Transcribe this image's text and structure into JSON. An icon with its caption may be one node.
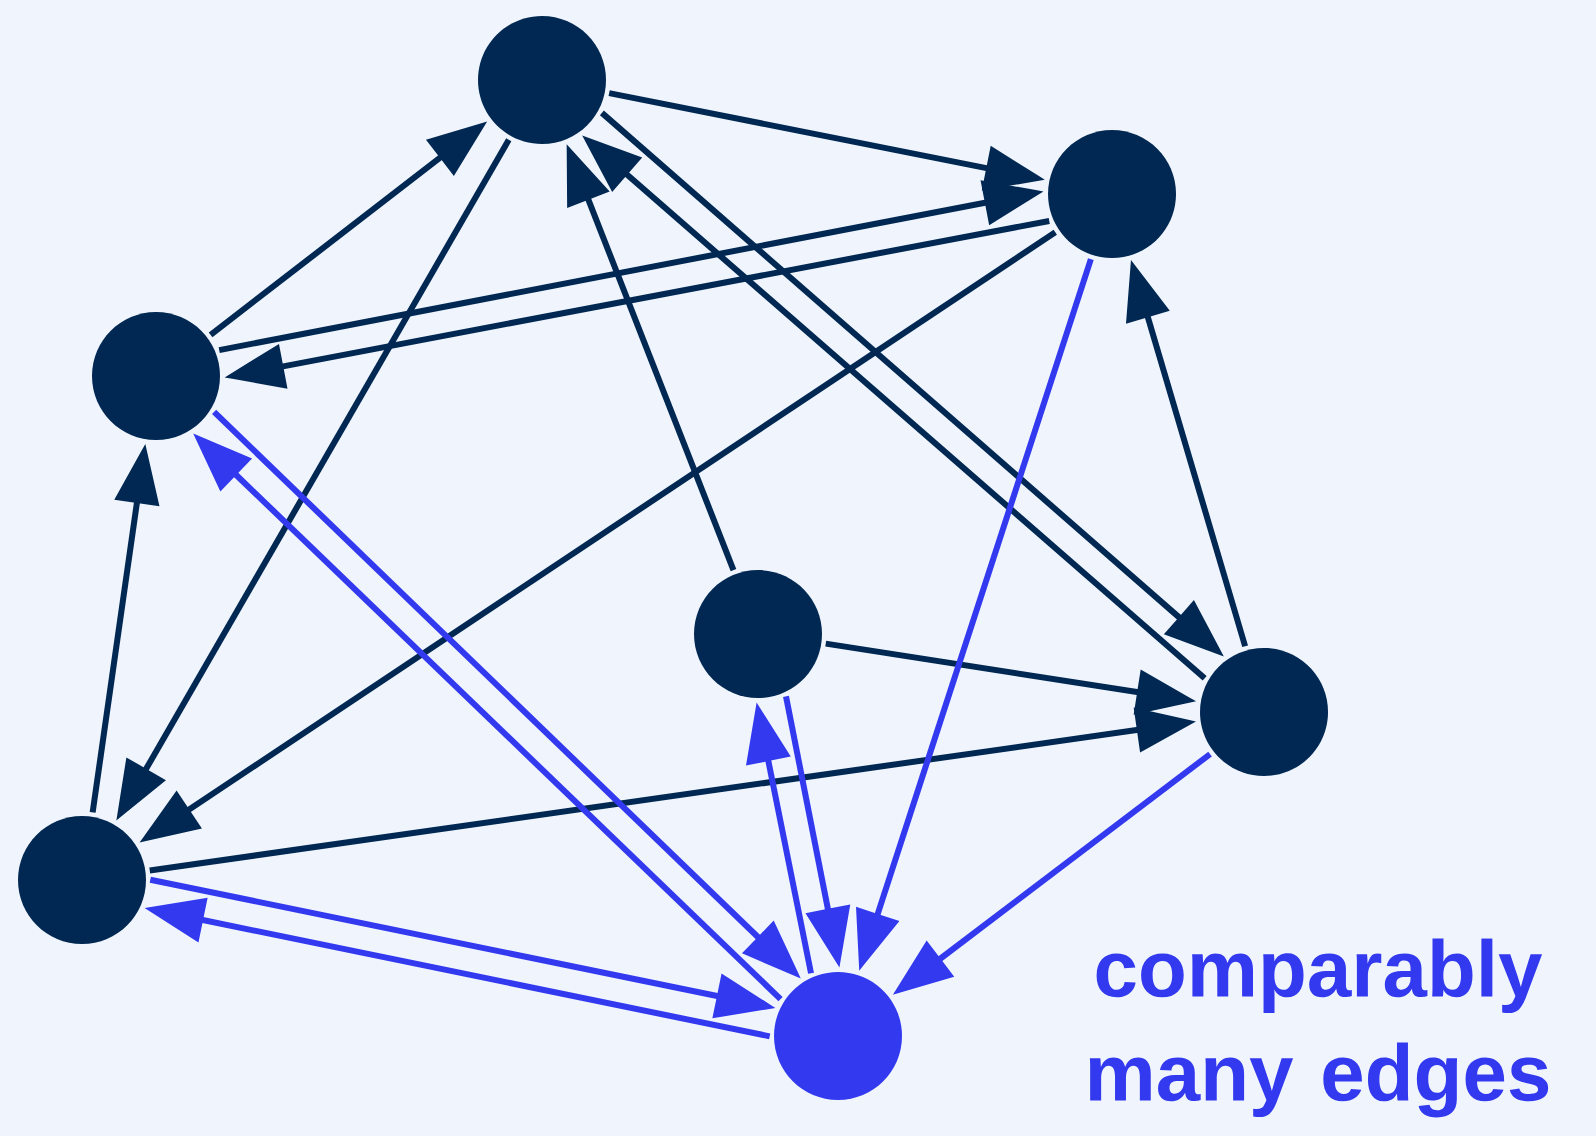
{
  "diagram": {
    "nodes": [
      {
        "text": [],
        "shape": "circle"
      },
      {
        "text": [],
        "shape": "circle"
      },
      {
        "text": [],
        "shape": "circle"
      },
      {
        "text": [],
        "shape": "circle"
      },
      {
        "text": [],
        "shape": "circle"
      },
      {
        "text": [],
        "shape": "circle"
      },
      {
        "text": [],
        "shape": "circle",
        "beside": [
          "comparably many edges"
        ]
      }
    ],
    "edges": [
      {
        "from": 0,
        "to": 1,
        "arrow": "to"
      },
      {
        "from": 2,
        "to": 0,
        "arrow": "to"
      },
      {
        "from": 2,
        "to": 1,
        "arrow": "to"
      },
      {
        "from": 1,
        "to": 2,
        "arrow": "to"
      },
      {
        "from": 0,
        "to": 5,
        "arrow": "to"
      },
      {
        "from": 3,
        "to": 0,
        "arrow": "to"
      },
      {
        "from": 0,
        "to": 4,
        "arrow": "to"
      },
      {
        "from": 4,
        "to": 0,
        "arrow": "to"
      },
      {
        "from": 1,
        "to": 5,
        "arrow": "to"
      },
      {
        "from": 4,
        "to": 1,
        "arrow": "to"
      },
      {
        "from": 3,
        "to": 4,
        "arrow": "to"
      },
      {
        "from": 5,
        "to": 4,
        "arrow": "to"
      },
      {
        "from": 5,
        "to": 2,
        "arrow": "to"
      },
      {
        "from": 1,
        "to": 6,
        "arrow": "to",
        "color": "#3239ef"
      },
      {
        "from": 2,
        "to": 6,
        "arrow": "to",
        "color": "#3239ef"
      },
      {
        "from": 6,
        "to": 2,
        "arrow": "to",
        "color": "#3239ef"
      },
      {
        "from": 3,
        "to": 6,
        "arrow": "to",
        "color": "#3239ef"
      },
      {
        "from": 6,
        "to": 3,
        "arrow": "to",
        "color": "#3239ef"
      },
      {
        "from": 4,
        "to": 6,
        "arrow": "to",
        "color": "#3239ef"
      },
      {
        "from": 6,
        "to": 5,
        "arrow": "to",
        "color": "#3239ef"
      },
      {
        "from": 5,
        "to": 6,
        "arrow": "to",
        "color": "#3239ef"
      }
    ]
  }
}
